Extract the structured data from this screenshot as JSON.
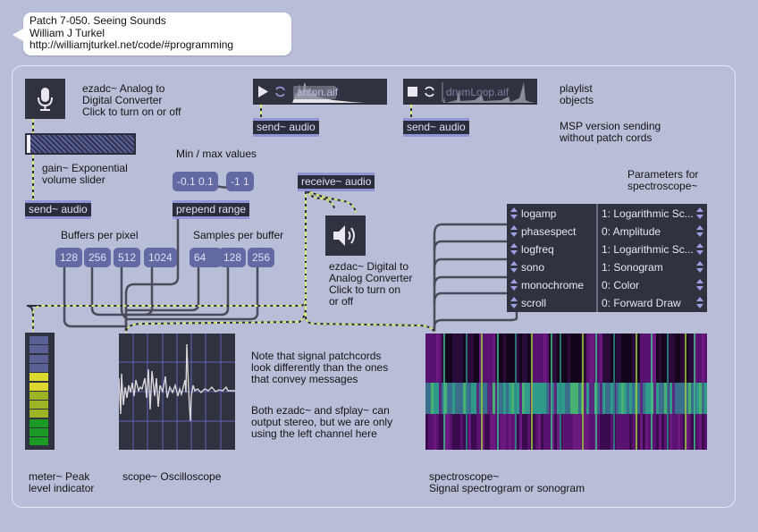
{
  "comment_bubble": {
    "lines": [
      "Patch 7-050. Seeing Sounds",
      "William J Turkel",
      "http://williamjturkel.net/code/#programming"
    ]
  },
  "ezadc": {
    "icon": "microphone-icon",
    "label_lines": [
      "ezadc~ Analog to",
      "Digital Converter",
      "Click to turn on or off"
    ]
  },
  "gain": {
    "level": 0.0,
    "label_lines": [
      "gain~ Exponential",
      "volume slider"
    ]
  },
  "send_objects": {
    "left": "send~ audio",
    "player1": "send~ audio",
    "player2": "send~ audio"
  },
  "players": [
    {
      "filename": "anton.aif",
      "transport": "play",
      "transport_icon": "play-icon",
      "loop_icon": "loop-icon"
    },
    {
      "filename": "drumLoop.aif",
      "transport": "stop",
      "transport_icon": "stop-icon",
      "loop_icon": "loop-icon"
    }
  ],
  "playlist_comment": [
    "playlist",
    "objects"
  ],
  "msp_comment": [
    "MSP version sending",
    "without patch cords"
  ],
  "minmax": {
    "title": "Min / max values",
    "messages": [
      "-0.1 0.1",
      "-1 1"
    ],
    "prepend": "prepend range"
  },
  "receive": "receive~ audio",
  "ezdac": {
    "icon": "speaker-icon",
    "label_lines": [
      "ezdac~ Digital to",
      "Analog Converter",
      "Click to turn on",
      "or off"
    ]
  },
  "buffers": {
    "title": "Buffers per pixel",
    "values": [
      "128",
      "256",
      "512",
      "1024"
    ]
  },
  "samples": {
    "title": "Samples per buffer",
    "values": [
      "64",
      "128",
      "256"
    ]
  },
  "params": {
    "title_lines": [
      "Parameters for",
      "spectroscope~"
    ],
    "rows": [
      {
        "name": "logamp",
        "value": "1: Logarithmic Sc..."
      },
      {
        "name": "phasespect",
        "value": "0: Amplitude"
      },
      {
        "name": "logfreq",
        "value": "1: Logarithmic Sc..."
      },
      {
        "name": "sono",
        "value": "1: Sonogram"
      },
      {
        "name": "monochrome",
        "value": "0: Color"
      },
      {
        "name": "scroll",
        "value": "0: Forward Draw"
      }
    ]
  },
  "meter": {
    "label_lines": [
      "meter~ Peak",
      "level indicator"
    ],
    "lit_segments": 8,
    "total_segments": 12,
    "colors": {
      "off": "#5b6196",
      "yellow": "#dcd830",
      "yellowgreen": "#9eb425",
      "green": "#1c9a26"
    }
  },
  "scope": {
    "label": "scope~ Oscilloscope"
  },
  "notes": {
    "signal_note": [
      "Note that signal patchcords",
      "look differently than the ones",
      "that convey messages"
    ],
    "stereo_note": [
      "Both ezadc~ and sfplay~ can",
      "output stereo, but we are only",
      "using the left channel here"
    ]
  },
  "spectroscope": {
    "label_lines": [
      "spectroscope~",
      "Signal spectrogram or sonogram"
    ]
  },
  "colors": {
    "background": "#b8bdd8",
    "object_box": "#2b2d3c",
    "object_border": "#8f95d6",
    "message_box": "#6369a3",
    "signal_cord": "#d8e87a",
    "message_cord": "#4a4c5a"
  }
}
